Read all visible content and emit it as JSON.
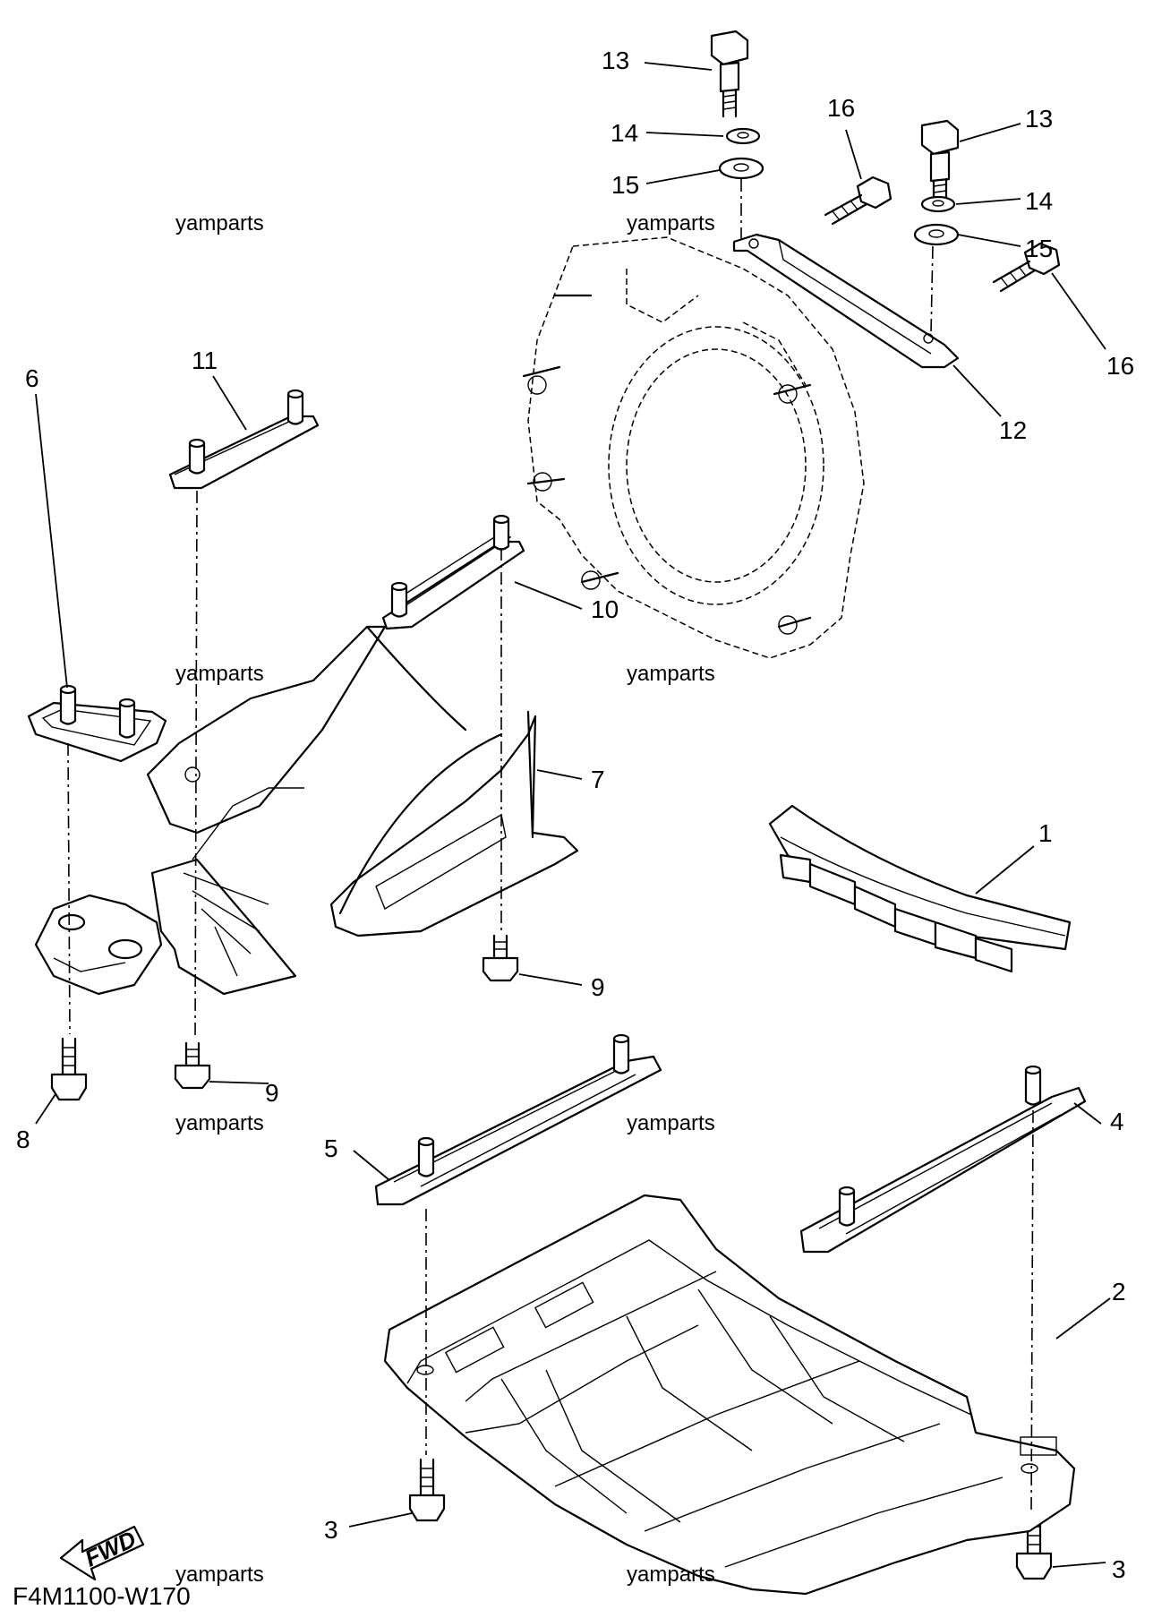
{
  "diagram": {
    "code": "F4M1100-W170",
    "fwd_label": "FWD",
    "watermarks": [
      "yamparts",
      "yamparts",
      "yamparts",
      "yamparts",
      "yamparts",
      "yamparts",
      "yamparts",
      "yamparts"
    ],
    "callouts": {
      "c1": "1",
      "c2": "2",
      "c3a": "3",
      "c3b": "3",
      "c4": "4",
      "c5": "5",
      "c6": "6",
      "c7": "7",
      "c8": "8",
      "c9a": "9",
      "c9b": "9",
      "c10": "10",
      "c11": "11",
      "c12": "12",
      "c13a": "13",
      "c13b": "13",
      "c14a": "14",
      "c14b": "14",
      "c15a": "15",
      "c15b": "15",
      "c16a": "16",
      "c16b": "16"
    }
  }
}
